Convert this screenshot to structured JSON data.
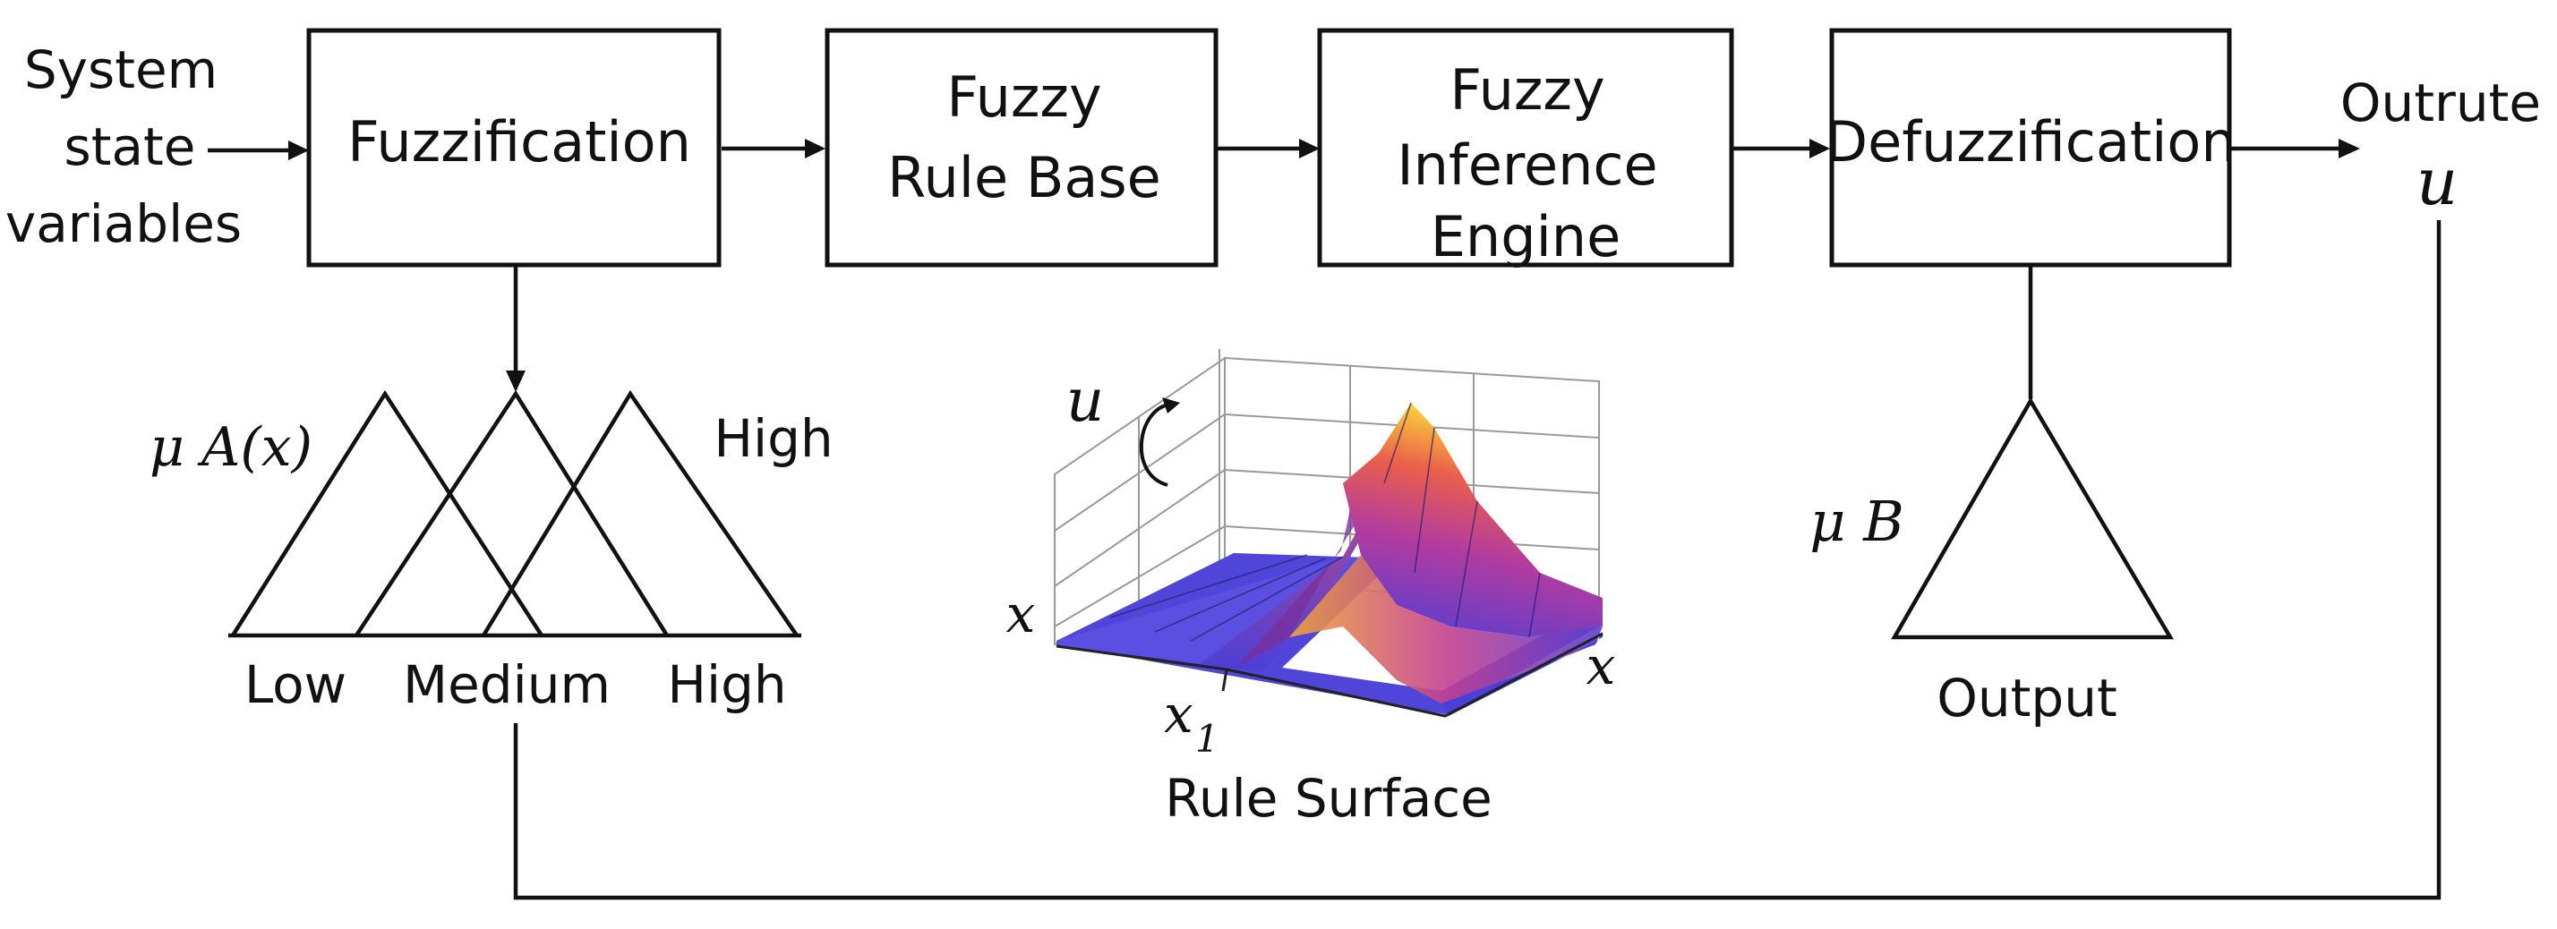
{
  "input_label": [
    "System",
    "state",
    "variables"
  ],
  "blocks": [
    {
      "lines": [
        "Fuzzification"
      ]
    },
    {
      "lines": [
        "Fuzzy",
        "Rule Base"
      ]
    },
    {
      "lines": [
        "Fuzzy",
        "Inference",
        "Engine"
      ]
    },
    {
      "lines": [
        "Defuzzification"
      ]
    }
  ],
  "output_label": "Outrute",
  "output_symbol": "u",
  "membership": {
    "function_label": "μ A(x)",
    "high_top_label": "High",
    "sets": [
      "Low",
      "Medium",
      "High"
    ]
  },
  "rule_surface": {
    "title": "Rule Surface",
    "u_label": "u",
    "x_left_label": "x",
    "x_right_label": "x",
    "x1_label": "x",
    "x1_subscript": "1"
  },
  "defuzz": {
    "mu_label": "μ B",
    "output_text": "Output"
  },
  "colors": {
    "surface_low": "#4a3fd8",
    "surface_mid": "#c2418f",
    "surface_high": "#fcd33a"
  }
}
